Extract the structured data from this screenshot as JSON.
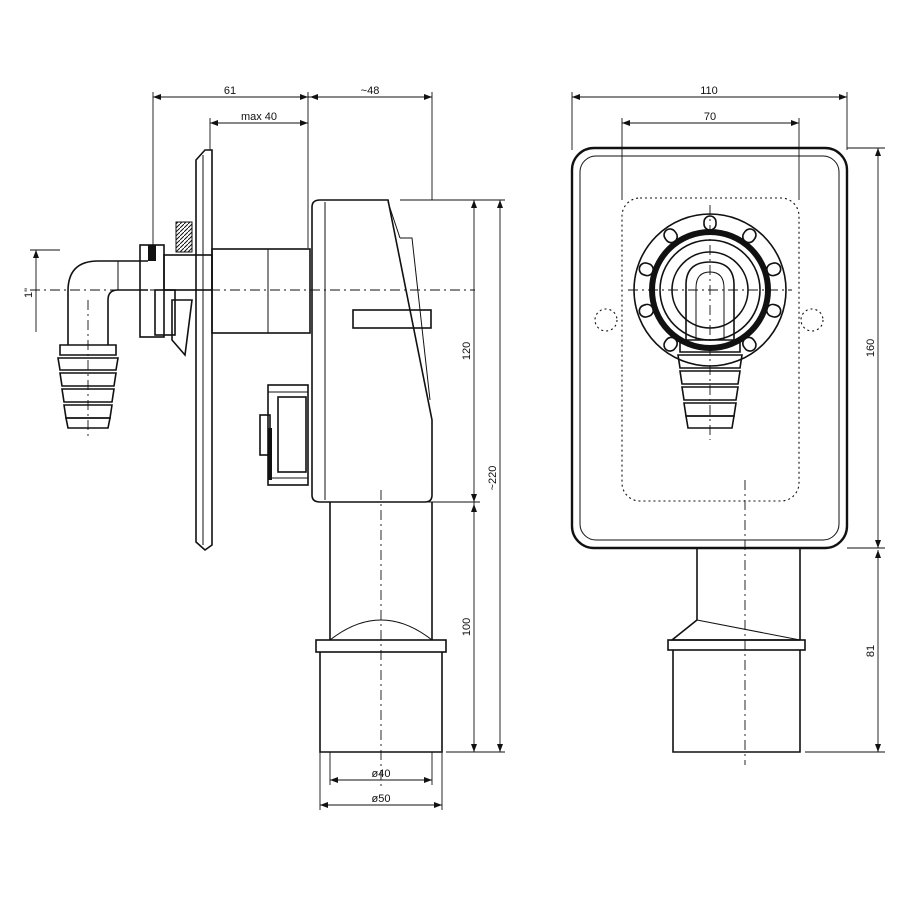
{
  "dimensions": {
    "side_width": "61",
    "side_depth": "~48",
    "side_max_wall": "max 40",
    "side_thread": "1\"",
    "side_body_height": "120",
    "side_total_height": "~220",
    "side_tail_height": "100",
    "side_inner_diameter": "ø40",
    "side_outer_diameter": "ø50",
    "front_width": "110",
    "front_inner_width": "70",
    "front_height": "160",
    "front_tail_height": "81"
  }
}
